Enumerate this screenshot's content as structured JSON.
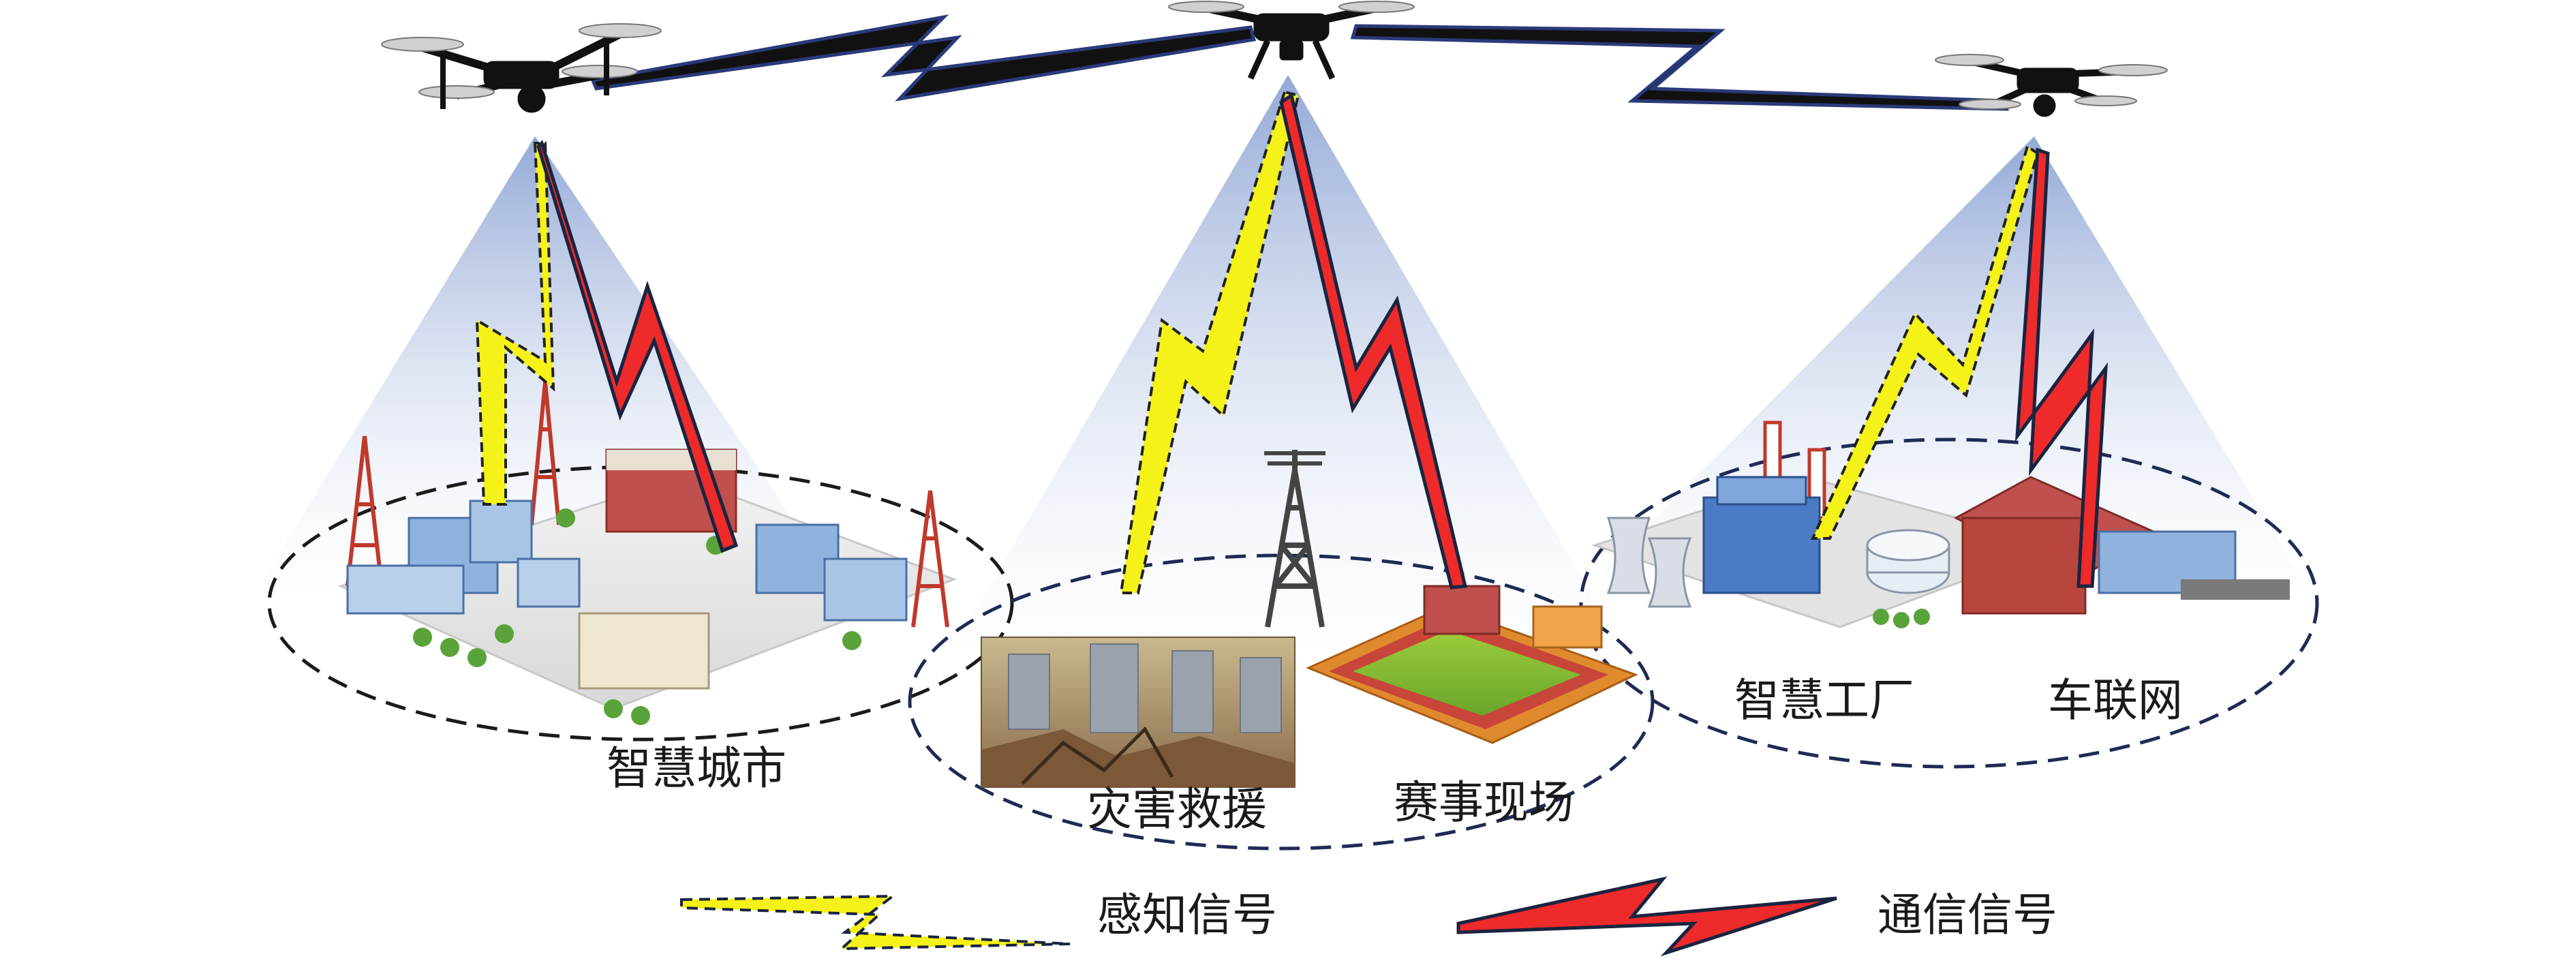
{
  "labels": {
    "smart_city": "智慧城市",
    "disaster_rescue": "灾害救援",
    "event_site": "赛事现场",
    "smart_factory": "智慧工厂",
    "iov": "车联网"
  },
  "legend": {
    "sensing_signal": "感知信号",
    "communication_signal": "通信信号"
  },
  "colors": {
    "sensing": "#f5f21a",
    "communication": "#ee2a2a",
    "uav_link": "#1a2440",
    "ellipse_outline": "#1f2a55",
    "beam": "#8ea4d2"
  }
}
